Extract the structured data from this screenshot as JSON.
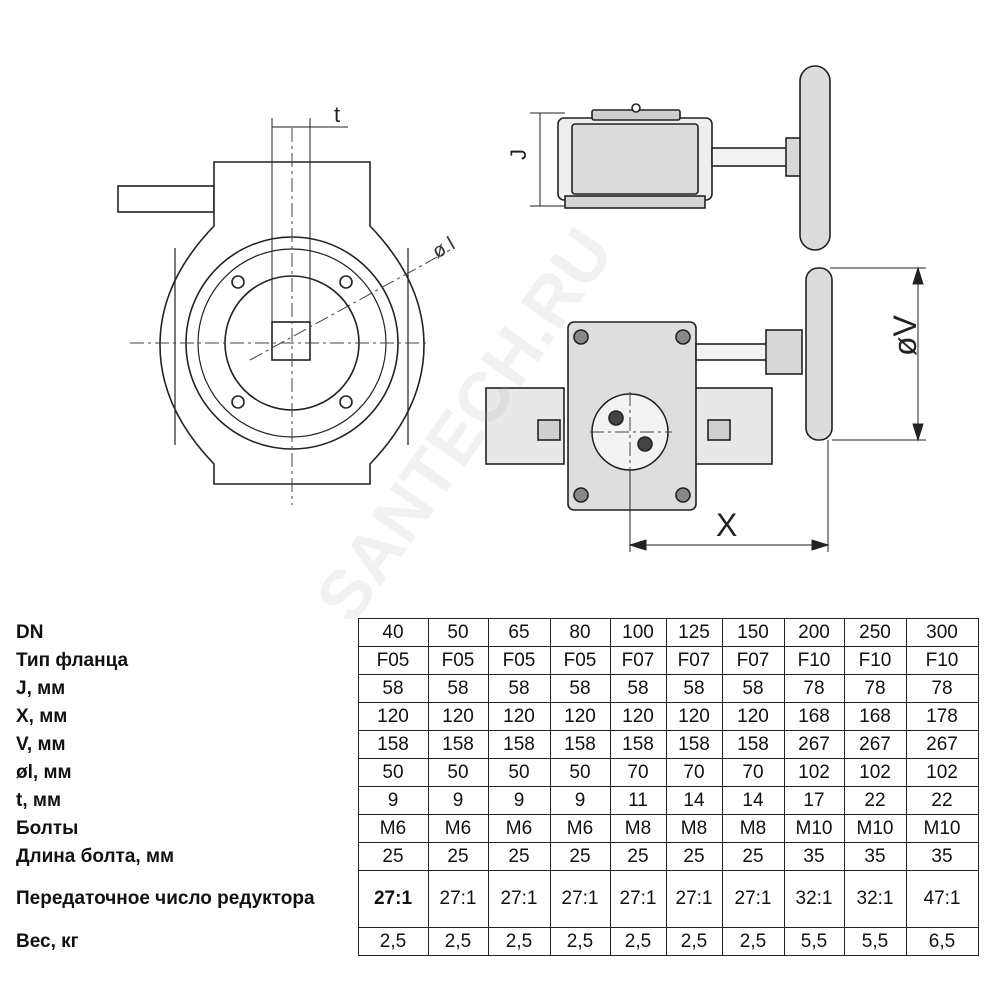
{
  "drawing": {
    "labels": {
      "t": "t",
      "phi_l": "ø l",
      "j": "J",
      "x": "X",
      "phi_v": "øV"
    }
  },
  "watermark": "SANTECH.RU",
  "table": {
    "rows": [
      {
        "label": "DN",
        "values": [
          "40",
          "50",
          "65",
          "80",
          "100",
          "125",
          "150",
          "200",
          "250",
          "300"
        ]
      },
      {
        "label": "Тип фланца",
        "values": [
          "F05",
          "F05",
          "F05",
          "F05",
          "F07",
          "F07",
          "F07",
          "F10",
          "F10",
          "F10"
        ]
      },
      {
        "label": "J, мм",
        "values": [
          "58",
          "58",
          "58",
          "58",
          "58",
          "58",
          "58",
          "78",
          "78",
          "78"
        ]
      },
      {
        "label": "X, мм",
        "values": [
          "120",
          "120",
          "120",
          "120",
          "120",
          "120",
          "120",
          "168",
          "168",
          "178"
        ]
      },
      {
        "label": "V, мм",
        "values": [
          "158",
          "158",
          "158",
          "158",
          "158",
          "158",
          "158",
          "267",
          "267",
          "267"
        ]
      },
      {
        "label": "øl, мм",
        "values": [
          "50",
          "50",
          "50",
          "50",
          "70",
          "70",
          "70",
          "102",
          "102",
          "102"
        ]
      },
      {
        "label": "t, мм",
        "values": [
          "9",
          "9",
          "9",
          "9",
          "11",
          "14",
          "14",
          "17",
          "22",
          "22"
        ]
      },
      {
        "label": "Болты",
        "values": [
          "M6",
          "M6",
          "M6",
          "M6",
          "M8",
          "M8",
          "M8",
          "M10",
          "M10",
          "M10"
        ]
      },
      {
        "label": "Длина болта, мм",
        "values": [
          "25",
          "25",
          "25",
          "25",
          "25",
          "25",
          "25",
          "35",
          "35",
          "35"
        ]
      },
      {
        "label": "Передаточное число редуктора",
        "values": [
          "27:1",
          "27:1",
          "27:1",
          "27:1",
          "27:1",
          "27:1",
          "27:1",
          "32:1",
          "32:1",
          "47:1"
        ]
      },
      {
        "label": "Вес, кг",
        "values": [
          "2,5",
          "2,5",
          "2,5",
          "2,5",
          "2,5",
          "2,5",
          "2,5",
          "5,5",
          "5,5",
          "6,5"
        ]
      }
    ]
  }
}
